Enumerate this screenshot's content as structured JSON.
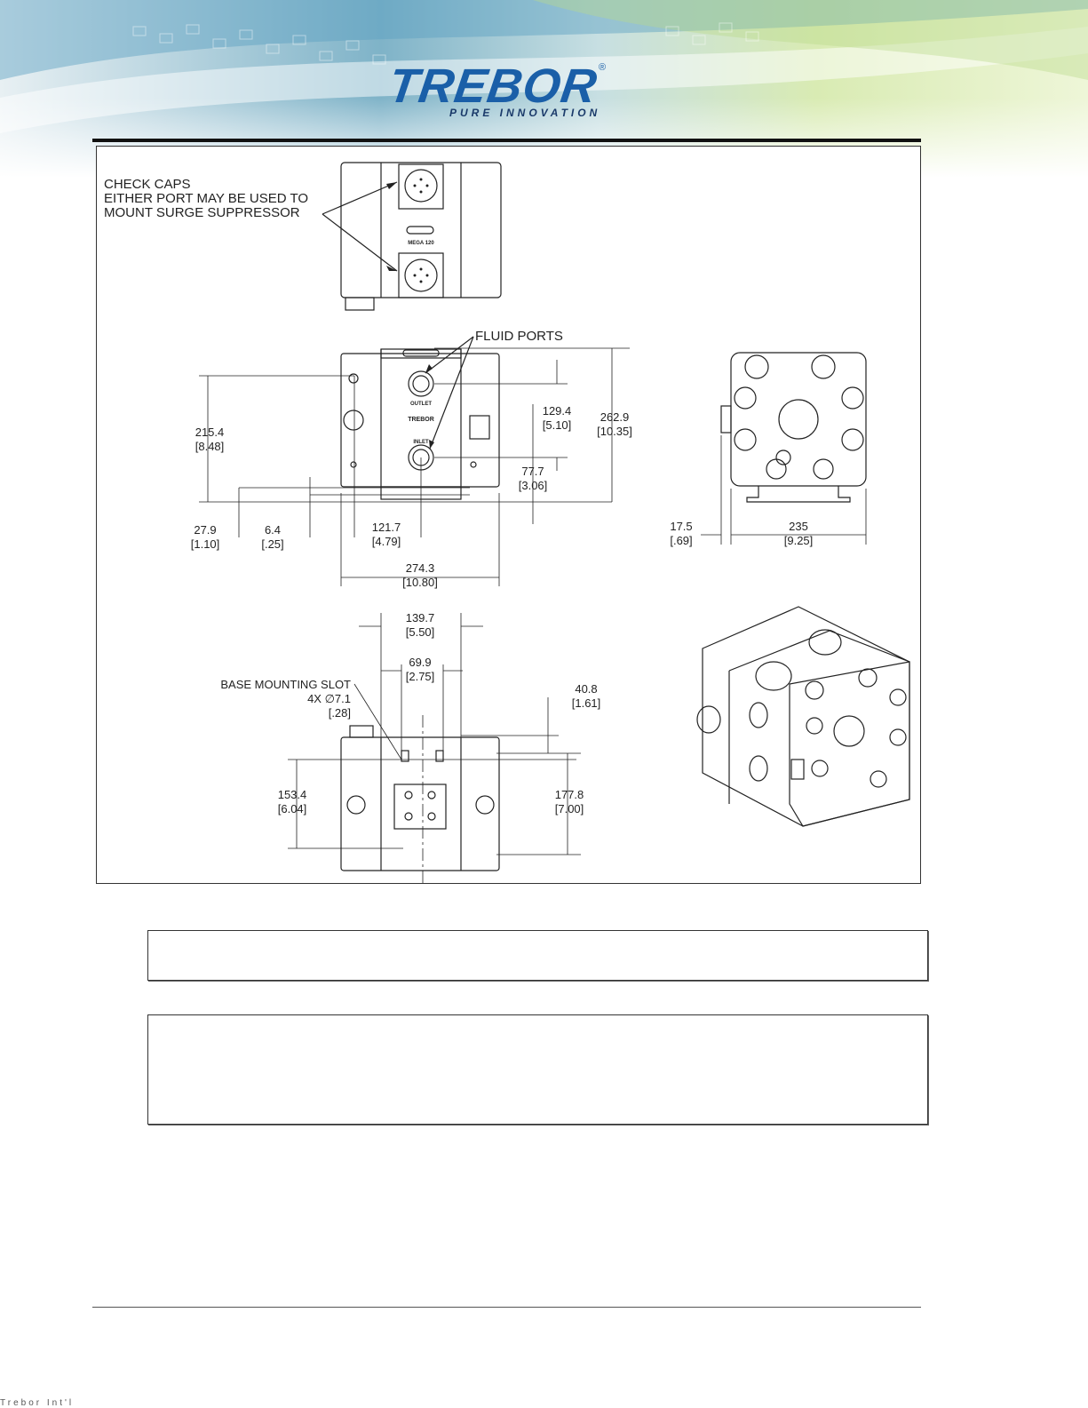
{
  "brand": {
    "logo_text": "TREBOR",
    "registered_mark": "®",
    "tagline": "PURE INNOVATION",
    "primary_color": "#1a5fa8",
    "tagline_color": "#1a3a6a"
  },
  "drawing": {
    "callouts": {
      "check_caps_line1": "CHECK CAPS",
      "check_caps_line2": "EITHER PORT MAY BE USED TO",
      "check_caps_line3": "MOUNT SURGE SUPPRESSOR",
      "fluid_ports": "FLUID PORTS",
      "base_slot_line1": "BASE MOUNTING SLOT",
      "base_slot_line2": "4X ∅7.1",
      "base_slot_line3": "[.28]"
    },
    "part_labels": {
      "top_model": "MEGA 120",
      "outlet": "OUTLET",
      "brand_mark": "TREBOR",
      "inlet": "INLET"
    },
    "dimensions": {
      "d215": {
        "mm": "215.4",
        "in": "[8.48]"
      },
      "d129": {
        "mm": "129.4",
        "in": "[5.10]"
      },
      "d262": {
        "mm": "262.9",
        "in": "[10.35]"
      },
      "d77": {
        "mm": "77.7",
        "in": "[3.06]"
      },
      "d27": {
        "mm": "27.9",
        "in": "[1.10]"
      },
      "d6": {
        "mm": "6.4",
        "in": "[.25]"
      },
      "d121": {
        "mm": "121.7",
        "in": "[4.79]"
      },
      "d274": {
        "mm": "274.3",
        "in": "[10.80]"
      },
      "d17": {
        "mm": "17.5",
        "in": "[.69]"
      },
      "d235": {
        "mm": "235",
        "in": "[9.25]"
      },
      "d139": {
        "mm": "139.7",
        "in": "[5.50]"
      },
      "d69": {
        "mm": "69.9",
        "in": "[2.75]"
      },
      "d40": {
        "mm": "40.8",
        "in": "[1.61]"
      },
      "d153": {
        "mm": "153.4",
        "in": "[6.04]"
      },
      "d177": {
        "mm": "177.8",
        "in": "[7.00]"
      }
    }
  },
  "footer": {
    "text": "Trebor Int'l"
  }
}
